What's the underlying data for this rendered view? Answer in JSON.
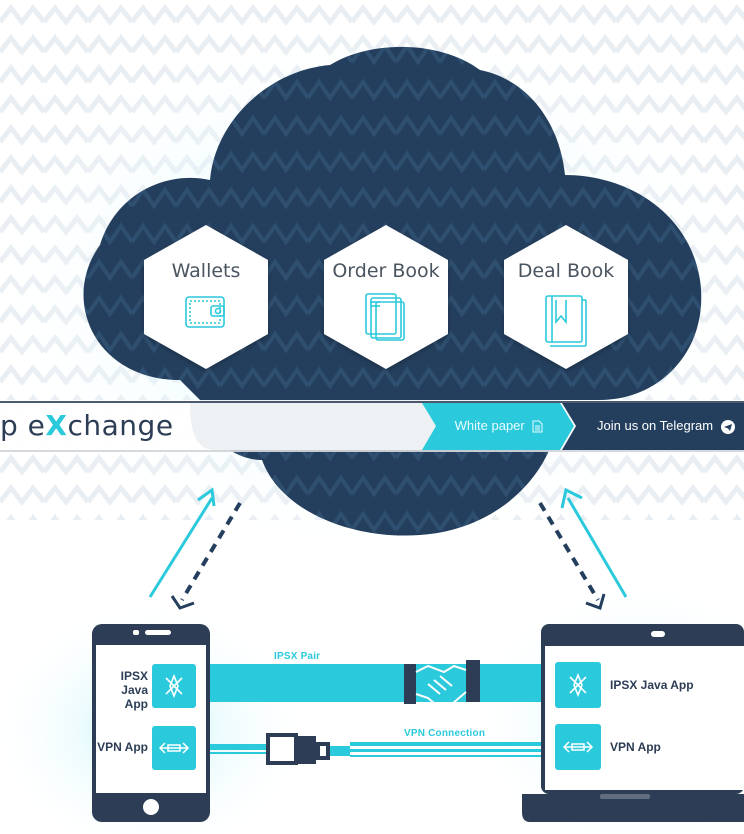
{
  "cloud": {
    "services": [
      {
        "label": "Wallets",
        "icon": "wallet-icon"
      },
      {
        "label": "Order Book",
        "icon": "order-book-icon"
      },
      {
        "label": "Deal Book",
        "icon": "deal-book-icon"
      }
    ]
  },
  "banner": {
    "brand_prefix": "p e",
    "brand_x": "X",
    "brand_suffix": "change",
    "white_paper_label": "White paper",
    "telegram_label": "Join us on Telegram"
  },
  "phone": {
    "apps": [
      {
        "label": "IPSX\nJava App",
        "icon": "ipsx-logo-icon"
      },
      {
        "label": "VPN App",
        "icon": "vpn-arrows-icon"
      }
    ]
  },
  "laptop": {
    "apps": [
      {
        "label": "IPSX Java App",
        "icon": "ipsx-logo-icon"
      },
      {
        "label": "VPN App",
        "icon": "vpn-arrows-icon"
      }
    ]
  },
  "connections": {
    "pair_label": "IPSX Pair",
    "vpn_label": "VPN Connection"
  },
  "colors": {
    "cloud": "#243f5e",
    "accent": "#2bc9dc",
    "dark": "#2c3d55"
  }
}
